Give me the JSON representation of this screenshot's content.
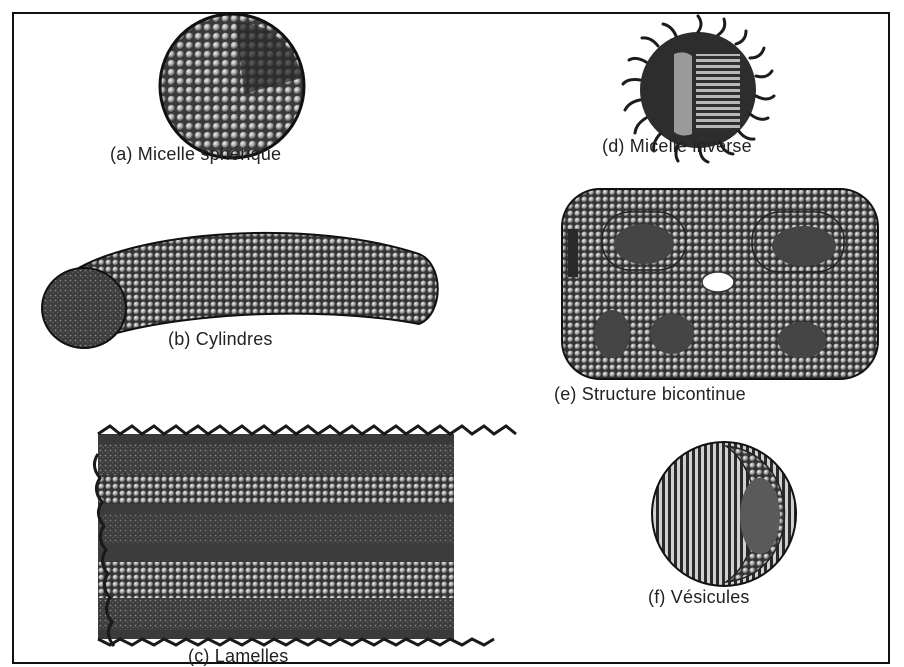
{
  "labels": {
    "a": "(a) Micelle sphérique",
    "b": "(b) Cylindres",
    "c": "(c) Lamelles",
    "d": "(d) Micelle inverse",
    "e": "(e) Structure bicontinue",
    "f": "(f) Vésicules"
  },
  "colors": {
    "border": "#111111",
    "ink": "#222222",
    "dark": "#2b2b2b",
    "bead": "#bdbdbd"
  }
}
